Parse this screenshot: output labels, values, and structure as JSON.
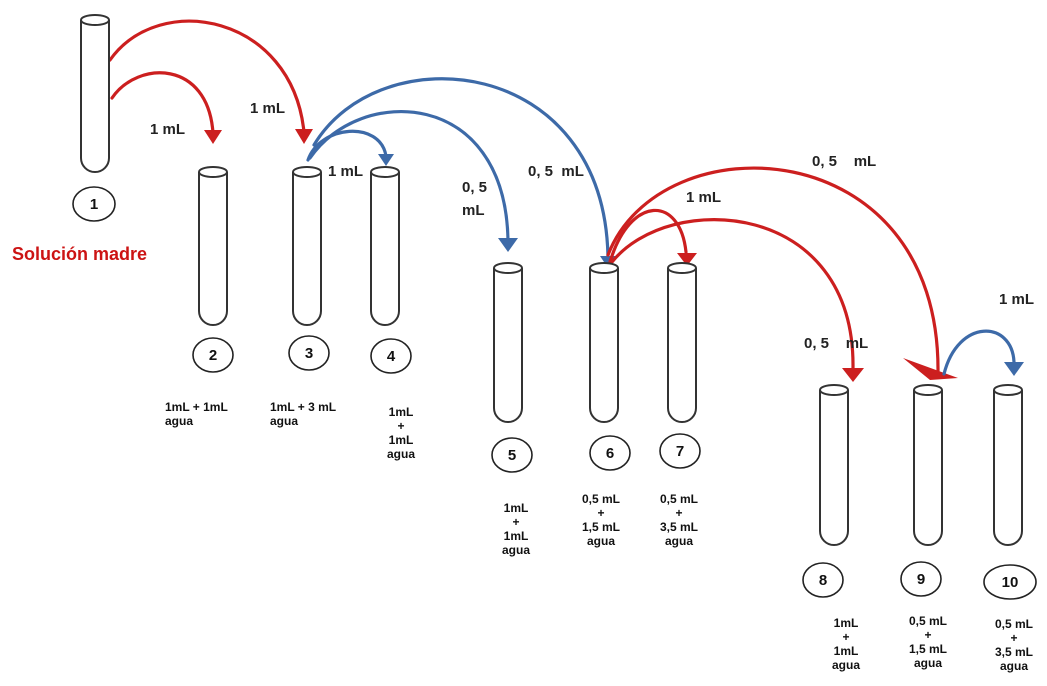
{
  "colors": {
    "red": "#cc1f1f",
    "blue": "#3d6aa8",
    "stock_label": "#cc1414"
  },
  "stock_label": "Solución madre",
  "tubes": [
    {
      "number": "1",
      "content": []
    },
    {
      "number": "2",
      "content": [
        "1mL + 1mL",
        "agua"
      ]
    },
    {
      "number": "3",
      "content": [
        "1mL + 3 mL",
        "agua"
      ]
    },
    {
      "number": "4",
      "content": [
        "1mL",
        "+",
        "1mL",
        "agua"
      ]
    },
    {
      "number": "5",
      "content": [
        "1mL",
        "+",
        "1mL",
        "agua"
      ]
    },
    {
      "number": "6",
      "content": [
        "0,5 mL",
        "+",
        "1,5 mL",
        "agua"
      ]
    },
    {
      "number": "7",
      "content": [
        "0,5 mL",
        "+",
        "3,5 mL",
        "agua"
      ]
    },
    {
      "number": "8",
      "content": [
        "1mL",
        "+",
        "1mL",
        "agua"
      ]
    },
    {
      "number": "9",
      "content": [
        "0,5 mL",
        "+",
        "1,5 mL",
        "agua"
      ]
    },
    {
      "number": "10",
      "content": [
        "0,5 mL",
        "+",
        "3,5 mL",
        "agua"
      ]
    }
  ],
  "transfers": [
    {
      "from": "1",
      "to": "2",
      "label": "1 mL",
      "color": "red"
    },
    {
      "from": "1",
      "to": "3",
      "label": "1 mL",
      "color": "red"
    },
    {
      "from": "3",
      "to": "4",
      "label": "1 mL",
      "color": "blue"
    },
    {
      "from": "3",
      "to": "5",
      "label": "0, 5 mL",
      "color": "blue"
    },
    {
      "from": "3",
      "to": "6",
      "label": "0, 5  mL",
      "color": "blue"
    },
    {
      "from": "6",
      "to": "7",
      "label": "1 mL",
      "color": "red"
    },
    {
      "from": "6",
      "to": "8",
      "label": "0, 5    mL",
      "color": "red"
    },
    {
      "from": "6",
      "to": "9",
      "label": "0, 5    mL",
      "color": "red"
    },
    {
      "from": "9",
      "to": "10",
      "label": "1 mL",
      "color": "blue"
    }
  ]
}
